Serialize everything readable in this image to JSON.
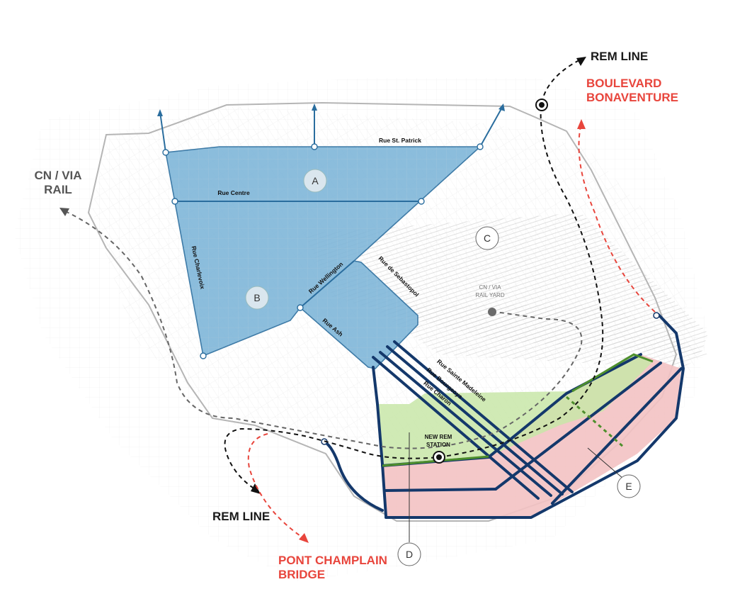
{
  "callouts": {
    "rem_line_top": "REM LINE",
    "boulevard_line1": "BOULEVARD",
    "boulevard_line2": "BONAVENTURE",
    "cn_via_line1": "CN / VIA",
    "cn_via_line2": "RAIL",
    "rem_line_bottom": "REM LINE",
    "pont_line1": "PONT CHAMPLAIN",
    "pont_line2": "BRIDGE"
  },
  "streets": {
    "st_patrick": "Rue St. Patrick",
    "centre": "Rue Centre",
    "charlevoix": "Rue Charlevoix",
    "wellington": "Rue Wellington",
    "sebastopol": "Rue de Sebastopol",
    "ash": "Rue Ash",
    "sainte_madeleine": "Rue Sainte Madeleine",
    "bourgeoys": "Rue Bourgeoys",
    "charon": "Rue Charon"
  },
  "zones": {
    "a": "A",
    "b": "B",
    "c": "C",
    "d": "D",
    "e": "E"
  },
  "labels": {
    "rail_yard_line1": "CN / VIA",
    "rail_yard_line2": "RAIL YARD",
    "new_rem_line1": "NEW REM",
    "new_rem_line2": "STATION"
  },
  "colors": {
    "blue_zone_fill": "#7fb6d9",
    "blue_zone_stroke": "#2a6d9e",
    "navy_road": "#14386b",
    "green_zone_fill": "#c8e6a8",
    "green_stroke": "#4e8f2c",
    "pink_zone_fill": "#f3c2c3",
    "red_accent": "#e8453c",
    "rem_line": "#111111",
    "rail_grey": "#666666"
  }
}
